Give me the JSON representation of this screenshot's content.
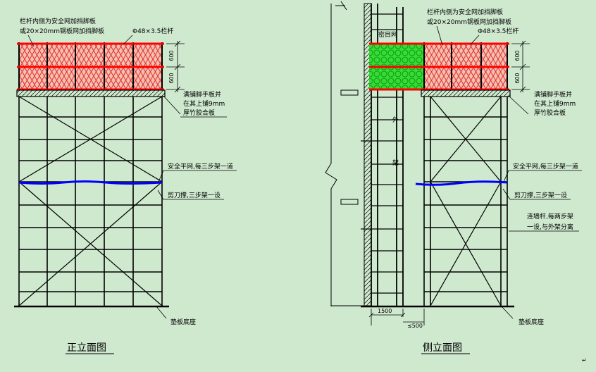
{
  "front": {
    "top_note_line1": "栏杆内侧为安全网加挡脚板",
    "top_note_line2": "或20×20mm钢板网加挡脚板",
    "rail_spec": "Φ48×3.5栏杆",
    "dim_upper": "600",
    "dim_lower": "600",
    "board_note_line1": "满铺脚手板并",
    "board_note_line2": "在其上铺9mm",
    "board_note_line3": "厚竹胶合板",
    "net_note": "安全平网,每三步架一道",
    "brace_note": "剪刀撑,三步架一设",
    "base_note": "垫板底座",
    "title": "正立面图"
  },
  "side": {
    "top_note_line1": "栏杆内侧为安全网加挡脚板",
    "top_note_line2": "或20×20mm钢板网加挡脚板",
    "rail_spec": "Φ48×3.5栏杆",
    "dim_upper": "600",
    "dim_lower": "600",
    "dense_net": "密目网",
    "outer_char1": "外",
    "outer_char2": "架",
    "board_note_line1": "满铺脚手板并",
    "board_note_line2": "在其上铺9mm",
    "board_note_line3": "厚竹胶合板",
    "net_note": "安全平网,每三步架一道",
    "brace_note": "剪刀撑,三步架一设",
    "tie_note_line1": "连墙杆,每两步架",
    "tie_note_line2": "一设,与外架分离",
    "dim_width": "1500",
    "dim_gap": "≤500",
    "base_note": "垫板底座",
    "title": "侧立面图"
  },
  "colors": {
    "background": "#cfe9cf",
    "steel": "#000000",
    "rail": "#ff0000",
    "net_fill": "#f5c0b0",
    "dense_net_fill": "#33dd33",
    "safety_net": "#0000ff"
  }
}
